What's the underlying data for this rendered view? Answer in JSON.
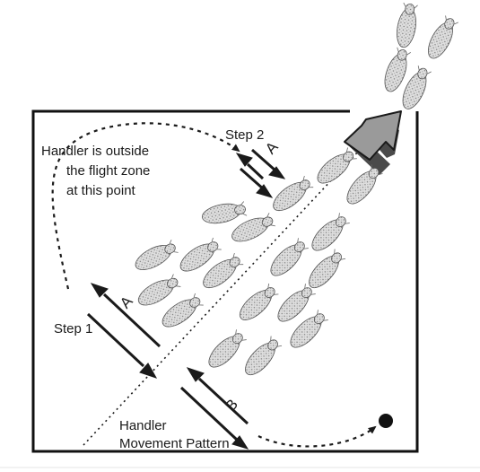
{
  "labels": {
    "handler_outside": [
      "Handler is outside",
      "the flight zone",
      "at this point"
    ],
    "step1": "Step 1",
    "step2": "Step 2",
    "handler_movement": [
      "Handler",
      "Movement Pattern"
    ],
    "letter_a": "A",
    "letter_b": "B"
  },
  "colors": {
    "ink": "#1a1a1a",
    "frame": "#111111",
    "animal_fill": "#d6d6d6",
    "animal_stipple": "#7a7a7a",
    "big_arrow_face": "#9a9a9a",
    "big_arrow_side": "#4a4a4a",
    "bottom_rule": "#e5e5e5"
  },
  "icons": {
    "animals": "sheep-icon",
    "direction": "big-arrow-icon",
    "handler": "handler-dot-icon"
  }
}
